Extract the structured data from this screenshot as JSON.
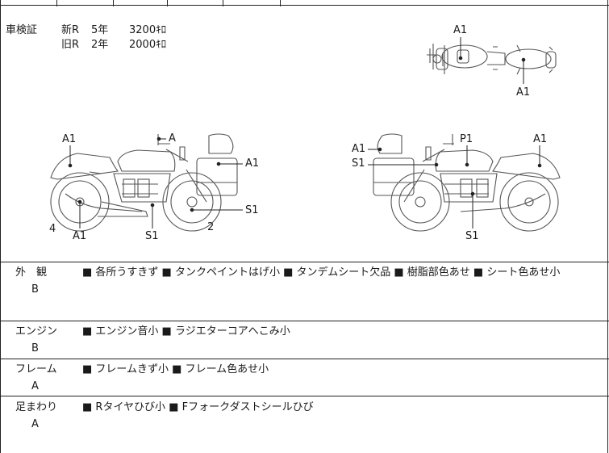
{
  "inspection": {
    "label": "車検証",
    "new_rate": "新R",
    "new_years": "5年",
    "new_price": "3200ｷﾛ",
    "old_rate": "旧R",
    "old_years": "2年",
    "old_price": "2000ｷﾛ"
  },
  "diagram_labels": {
    "top_a1_upper": "A1",
    "top_a1_lower": "A1",
    "left_a1_top": "A1",
    "left_a": "A",
    "left_a1_right": "A1",
    "left_s1_right": "S1",
    "left_num_2": "2",
    "left_num_4": "4",
    "left_a1_bottom": "A1",
    "left_s1_bottom": "S1",
    "right_a1_left": "A1",
    "right_s1_left": "S1",
    "right_p1": "P1",
    "right_a1_top": "A1",
    "right_s1_bottom": "S1"
  },
  "sections": [
    {
      "name": "外　観",
      "grade": "B",
      "notes": "■ 各所うすきず ■ タンクペイントはげ小 ■ タンデムシート欠品 ■ 樹脂部色あせ ■ シート色あせ小"
    },
    {
      "name": "エンジン",
      "grade": "B",
      "notes": "■ エンジン音小 ■ ラジエターコアへこみ小"
    },
    {
      "name": "フレーム",
      "grade": "A",
      "notes": "■ フレームきず小 ■ フレーム色あせ小"
    },
    {
      "name": "足まわり",
      "grade": "A",
      "notes": "■ Rタイヤひび小 ■ Fフォークダストシールひび"
    }
  ]
}
